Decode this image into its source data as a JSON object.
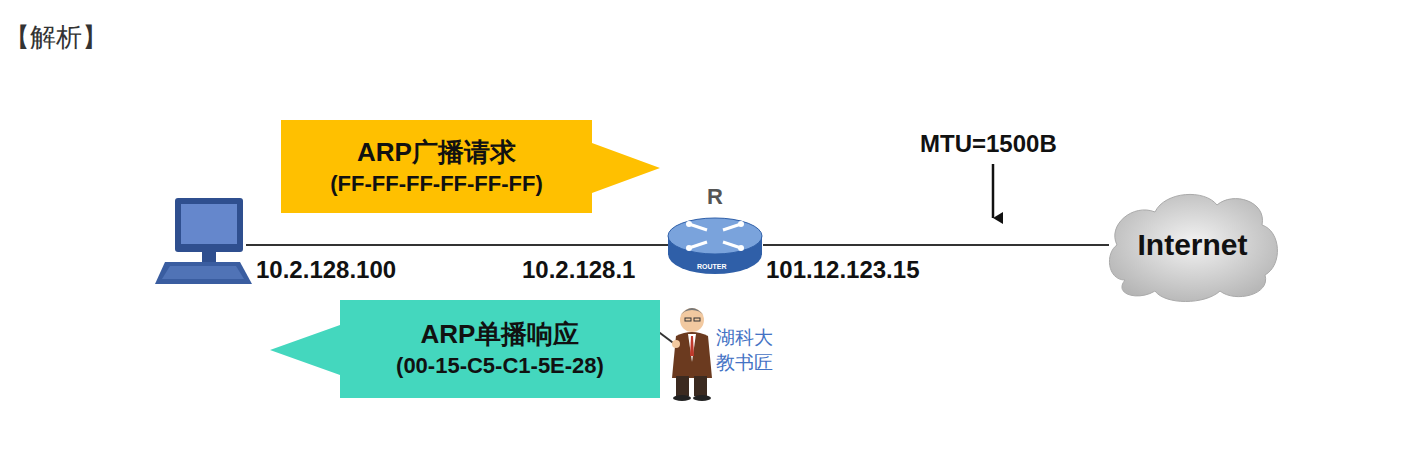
{
  "diagram": {
    "title": "【解析】",
    "nodes": [
      {
        "text": [
          "ARP广播请求",
          "(FF-FF-FF-FF-FF-FF)"
        ]
      },
      {
        "text": [
          "R"
        ]
      },
      {
        "text": [
          "Internet"
        ]
      },
      {
        "text": [
          "ARP单播响应",
          "(00-15-C5-C1-5E-28)"
        ]
      }
    ],
    "edges": [
      {
        "from": 1,
        "to": 2,
        "arrow": "none"
      }
    ],
    "labels": [
      "10.2.128.100",
      "10.2.128.1",
      "101.12.123.15",
      "MTU=1500B",
      "ROUTER",
      "湖科大 教书匠"
    ]
  }
}
